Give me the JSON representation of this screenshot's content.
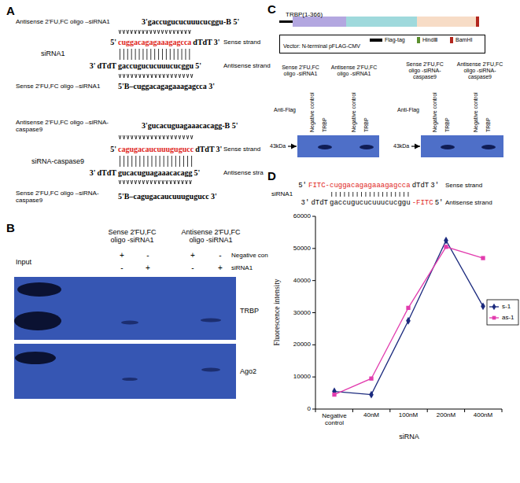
{
  "diagram": {
    "nodes": [
      {
        "text": [
          "TRBP(1-366)"
        ]
      },
      {
        "text": [
          "Vector: N-terminal pFLAG-CMV"
        ]
      }
    ],
    "labels": [
      "A",
      "Antisense 2'FU,FC oligo –siRNA1",
      "3'gaccugucucuuucucggu-B 5'",
      "siRNA1",
      "5'",
      "cuggacagagaaagagcca",
      "dTdT",
      "3'",
      "Sense strand",
      "3'",
      "dTdT",
      "gaccugucucuuucucggu",
      "5'",
      "Antisense strand",
      "Sense 2'FU,FC oligo –siRNA1",
      "5'B–cuggacagagaaagagcca 3'",
      "Antisense 2'FU,FC oligo –siRNA-caspase9",
      "3'gucacuguagaaacacagg-B 5'",
      "siRNA-caspase9",
      "5'",
      "cagugacaucuuugugucc",
      "dTdT",
      "3'",
      "Sense strand",
      "3'",
      "dTdT",
      "gucacuguagaaacacagg",
      "5'",
      "Antisense stra",
      "Sense 2'FU,FC oligo –siRNA-caspase9",
      "5'B–cagugacaucuuugugucc 3'",
      "B",
      "Sense 2'FU,FC oligo -siRNA1",
      "Antisense 2'FU,FC oligo -siRNA1",
      "Input",
      "+",
      "-",
      "+",
      "-",
      "Negative con",
      "-",
      "+",
      "-",
      "+",
      "siRNA1",
      "TRBP",
      "Ago2",
      "C",
      "Sense 2'FU,FC oligo -siRNA1",
      "Antisense 2'FU,FC oligo -siRNA1",
      "Anti-Flag",
      "Negative control",
      "TRBP",
      "Negative control",
      "TRBP",
      "43kDa",
      "Sense 2'FU,FC oligo -siRNA-caspase9",
      "Antisense 2'FU,FC oligo -siRNA-caspase9",
      "Anti-Flag",
      "Negative control",
      "TRBP",
      "Negative control",
      "TRBP",
      "43kDa",
      "D",
      "siRNA1",
      "5'",
      "FITC-cuggacagagaaagagcca",
      "dTdT",
      "3'",
      "Sense strand",
      "3'",
      "dTdT",
      "gaccugucucuuucucggu",
      "-FITC",
      "5'",
      "Antisense strand",
      "60000",
      "50000",
      "40000",
      "30000",
      "20000",
      "10000",
      "0",
      "Fluorescence intensity",
      "Negative control",
      "40nM",
      "100nM",
      "200nM",
      "400nM",
      "siRNA"
    ],
    "legend": [
      {
        "text": "Flag-tag",
        "color": "#000000"
      },
      {
        "text": "HindⅢ",
        "color": "#5b8f2e"
      },
      {
        "text": "BamHⅠ",
        "color": "#b3261e"
      },
      {
        "text": "s-1"
      },
      {
        "text": "as-1"
      }
    ]
  }
}
